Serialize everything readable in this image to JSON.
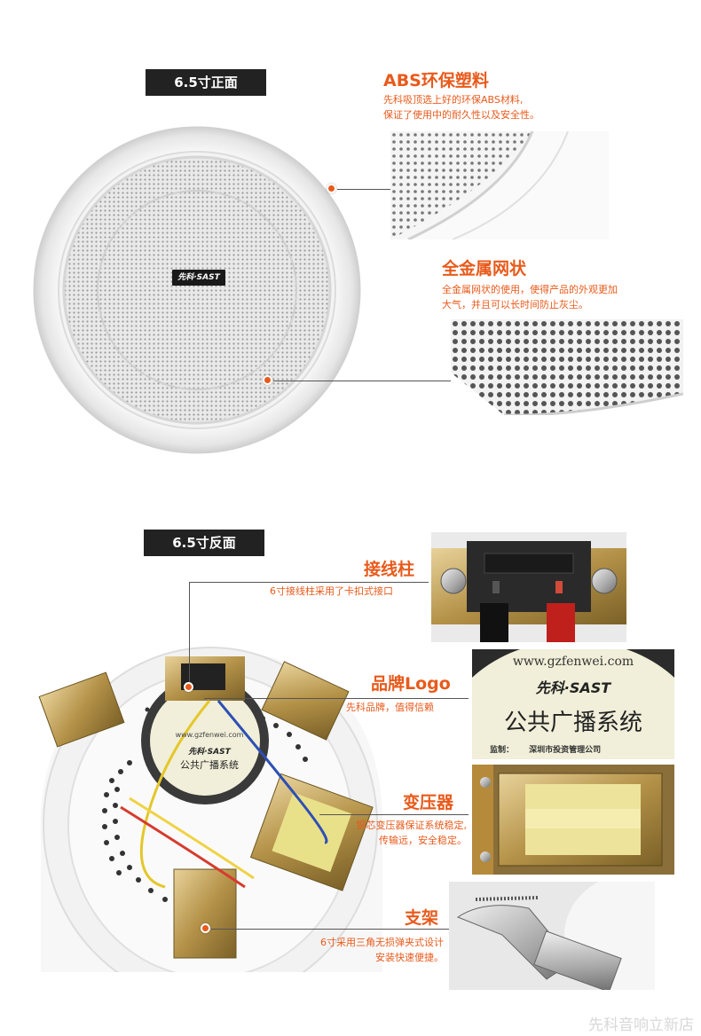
{
  "front": {
    "label": "6.5寸正面",
    "brand_badge": "先科·SAST",
    "features": [
      {
        "title": "ABS环保塑料",
        "desc": [
          "先科吸顶选上好的环保ABS材料,",
          "保证了使用中的耐久性以及安全性。"
        ]
      },
      {
        "title": "全金属网状",
        "desc": [
          "全金属网状的使用，使得产品的外观更加",
          "大气，并且可以长时间防止灰尘。"
        ]
      }
    ]
  },
  "back": {
    "label": "6.5寸反面",
    "label_text": {
      "url": "www.gzfenwei.com",
      "brand": "先科·SAST",
      "product": "公共广播系统",
      "supervise": "监制：",
      "company": "深圳市投资管理公司"
    },
    "features": [
      {
        "title": "接线柱",
        "desc": [
          "6寸接线柱采用了卡扣式接口"
        ]
      },
      {
        "title": "品牌Logo",
        "desc": [
          "先科品牌，值得信赖"
        ]
      },
      {
        "title": "变压器",
        "desc": [
          "铜芯变压器保证系统稳定,",
          "传输远，安全稳定。"
        ]
      },
      {
        "title": "支架",
        "desc": [
          "6寸采用三角无损弹夹式设计",
          "安装快速便捷。"
        ]
      }
    ]
  },
  "watermark": "先科音响立新店",
  "colors": {
    "accent": "#e85a1b",
    "label_bg": "#222222"
  }
}
